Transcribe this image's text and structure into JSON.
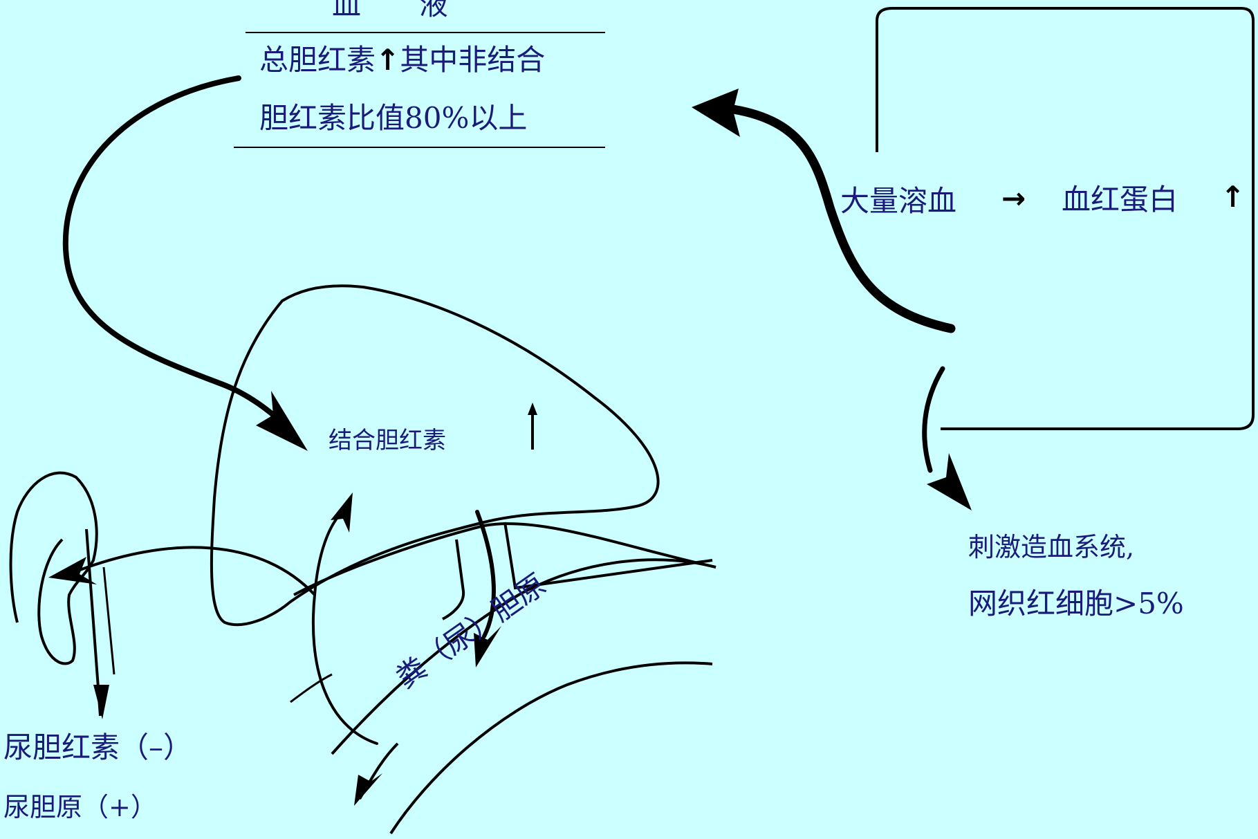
{
  "blood": {
    "title": "血　　液",
    "line1_a": "总胆红素",
    "up_arrow": "↑",
    "line1_b": "其中非结合",
    "line2": "胆红素比值80%以上"
  },
  "hemolysis": {
    "label": "大量溶血",
    "arrow": "→",
    "hemoglobin": "血红蛋白",
    "up_arrow": "↑"
  },
  "marrow": {
    "line1": "刺激造血系统,",
    "line2": "网织红细胞>5%"
  },
  "liver": {
    "label": "结合胆红素",
    "up_arrow": "↑"
  },
  "intestine": {
    "label": "粪（尿）胆原"
  },
  "urine": {
    "bilirubin": "尿胆红素（–）",
    "urobilinogen": "尿胆原（+）"
  },
  "colors": {
    "background": "#ccffff",
    "text": "#1a1a7a",
    "lines": "#000000"
  }
}
